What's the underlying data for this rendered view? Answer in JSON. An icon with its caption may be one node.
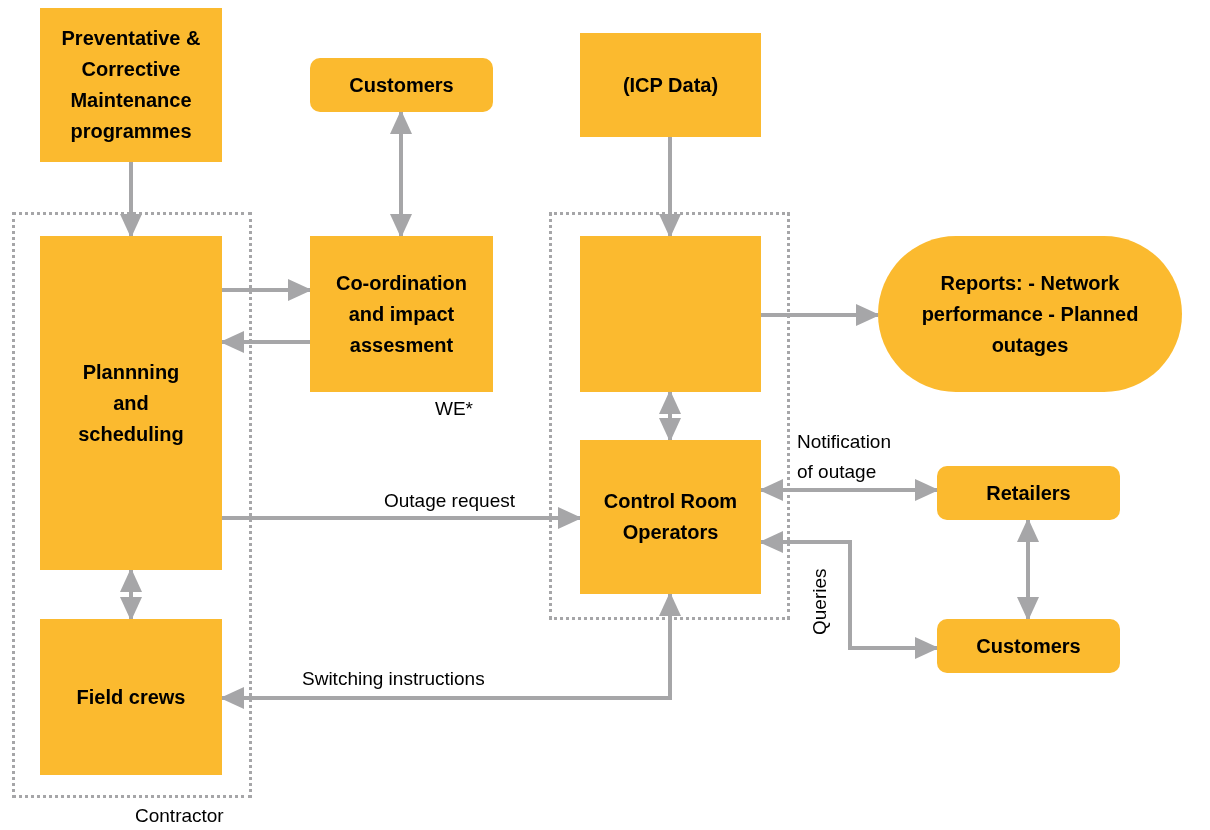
{
  "diagram": {
    "nodes": [
      {
        "text": [
          "Preventative & Corrective Maintenance programmes"
        ]
      },
      {
        "text": [
          "Customers"
        ]
      },
      {
        "text": [
          "(ICP Data)"
        ]
      },
      {
        "text": [
          "Contractor"
        ]
      },
      {
        "text": [
          "Plannning and scheduling"
        ],
        "in": 3
      },
      {
        "text": [
          "Field crews"
        ],
        "in": 3
      },
      {
        "text": [
          "Co-ordination and impact assesment"
        ],
        "beside": [
          "WE*"
        ]
      },
      {
        "text": [],
        "shape": "box"
      },
      {
        "text": [],
        "shape": "box",
        "in": 7
      },
      {
        "text": [
          "Control Room Operators"
        ],
        "in": 7
      },
      {
        "text": [
          "Reports: - Network performance - Planned outages"
        ]
      },
      {
        "text": [
          "Retailers"
        ]
      },
      {
        "text": [
          "Customers"
        ]
      }
    ],
    "edges": [
      {
        "from": 0,
        "to": 4,
        "arrow": "to"
      },
      {
        "from": 1,
        "to": 6,
        "arrow": "both"
      },
      {
        "from": 4,
        "to": 6,
        "arrow": "to"
      },
      {
        "from": 6,
        "to": 4,
        "arrow": "to"
      },
      {
        "from": 4,
        "to": 9,
        "arrow": "to",
        "label": "Outage request"
      },
      {
        "from": 4,
        "to": 5,
        "arrow": "both"
      },
      {
        "from": 2,
        "to": 8,
        "arrow": "to"
      },
      {
        "from": 8,
        "to": 10,
        "arrow": "to"
      },
      {
        "from": 8,
        "to": 9,
        "arrow": "both"
      },
      {
        "from": 9,
        "to": 11,
        "arrow": "both",
        "label": "Notification of outage"
      },
      {
        "from": 11,
        "to": 12,
        "arrow": "both"
      },
      {
        "from": 9,
        "to": 12,
        "arrow": "both",
        "label": "Queries"
      },
      {
        "from": 9,
        "to": 5,
        "arrow": "both",
        "label": "Switching instructions"
      }
    ]
  }
}
